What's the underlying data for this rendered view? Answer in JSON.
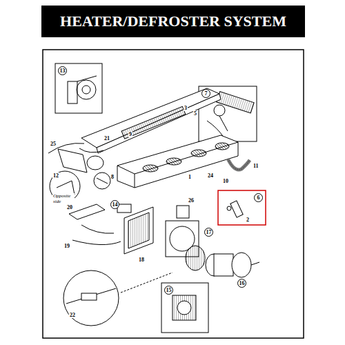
{
  "diagram": {
    "title": "HEATER/DEFROSTER SYSTEM",
    "labels": [
      "13",
      "7",
      "3",
      "5",
      "25",
      "21",
      "9",
      "1",
      "24",
      "10",
      "11",
      "6",
      "2",
      "26",
      "14",
      "18",
      "17",
      "16",
      "15",
      "12",
      "Opposite side",
      "20",
      "19",
      "22",
      "8"
    ]
  }
}
